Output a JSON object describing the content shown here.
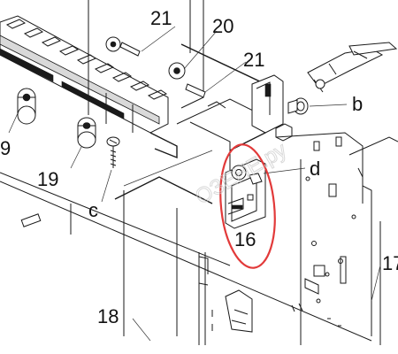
{
  "diagram": {
    "callouts": {
      "c21_top": "21",
      "c20": "20",
      "c21": "21",
      "cb": "b",
      "c9": "9",
      "c19": "19",
      "cc": "c",
      "cd": "d",
      "c16": "16",
      "c18": "18",
      "c17": "17"
    },
    "watermark": "ОЗЕНЕ.ру",
    "highlight_color": "#e23a3a"
  }
}
